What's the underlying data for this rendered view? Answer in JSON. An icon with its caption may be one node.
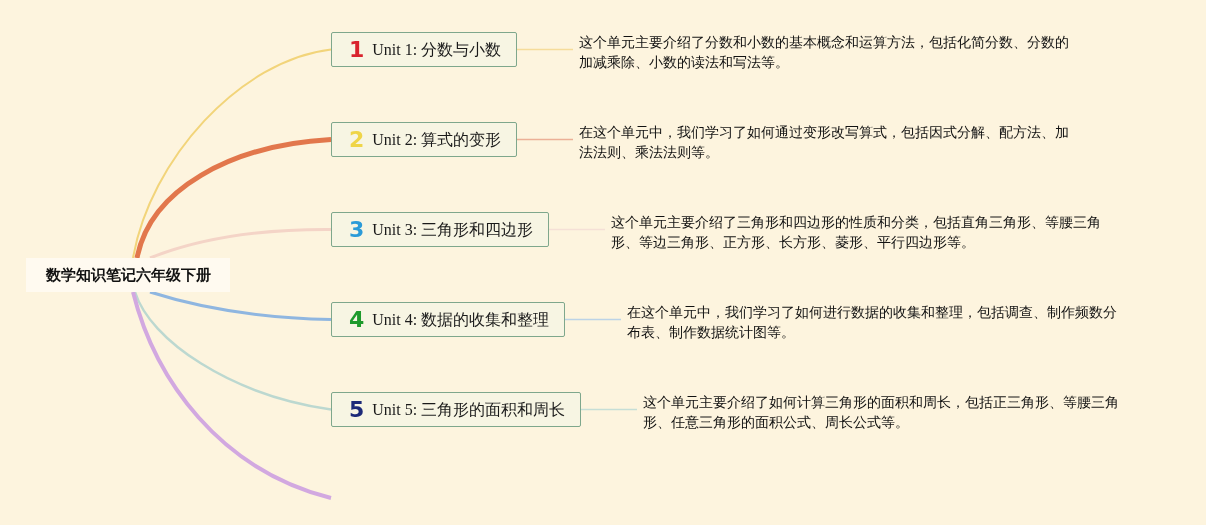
{
  "diagram": {
    "nodes": [
      {
        "text": [
          "数学知识笔记六年级下册"
        ]
      },
      {
        "text": [
          "1",
          "Unit 1: 分数与小数"
        ]
      },
      {
        "text": [
          "这个单元主要介绍了分数和小数的基本概念和运算方法，包括化简分数、分数的加减乘除、小数的读法和写法等。"
        ]
      },
      {
        "text": [
          "2",
          "Unit 2: 算式的变形"
        ]
      },
      {
        "text": [
          "在这个单元中，我们学习了如何通过变形改写算式，包括因式分解、配方法、加法法则、乘法法则等。"
        ]
      },
      {
        "text": [
          "3",
          "Unit 3: 三角形和四边形"
        ]
      },
      {
        "text": [
          "这个单元主要介绍了三角形和四边形的性质和分类，包括直角三角形、等腰三角形、等边三角形、正方形、长方形、菱形、平行四边形等。"
        ]
      },
      {
        "text": [
          "4",
          "Unit 4: 数据的收集和整理"
        ]
      },
      {
        "text": [
          "在这个单元中，我们学习了如何进行数据的收集和整理，包括调查、制作频数分布表、制作数据统计图等。"
        ]
      },
      {
        "text": [
          "5",
          "Unit 5: 三角形的面积和周长"
        ]
      },
      {
        "text": [
          "这个单元主要介绍了如何计算三角形的面积和周长，包括正三角形、等腰三角形、任意三角形的面积公式、周长公式等。"
        ]
      }
    ],
    "edges": [
      {
        "from": 0,
        "to": 1,
        "arrow": "none",
        "color": "#f2d47a"
      },
      {
        "from": 0,
        "to": 3,
        "arrow": "none",
        "style": "thick",
        "color": "#e2774c"
      },
      {
        "from": 0,
        "to": 5,
        "arrow": "none",
        "color": "#f4d4c7"
      },
      {
        "from": 0,
        "to": 7,
        "arrow": "none",
        "color": "#8fb6e0"
      },
      {
        "from": 0,
        "to": 9,
        "arrow": "none",
        "color": "#bcd8d0"
      },
      {
        "from": 0,
        "to": null,
        "arrow": "none",
        "style": "thick",
        "color": "#d2a8e0"
      },
      {
        "from": 1,
        "to": 2,
        "arrow": "none",
        "color": "#f6dc9a"
      },
      {
        "from": 3,
        "to": 4,
        "arrow": "none",
        "color": "#ecb096"
      },
      {
        "from": 5,
        "to": 6,
        "arrow": "none",
        "color": "#f5e0d6"
      },
      {
        "from": 7,
        "to": 8,
        "arrow": "none",
        "color": "#bcd3e6"
      },
      {
        "from": 9,
        "to": 10,
        "arrow": "none",
        "color": "#c6ded6"
      }
    ]
  }
}
